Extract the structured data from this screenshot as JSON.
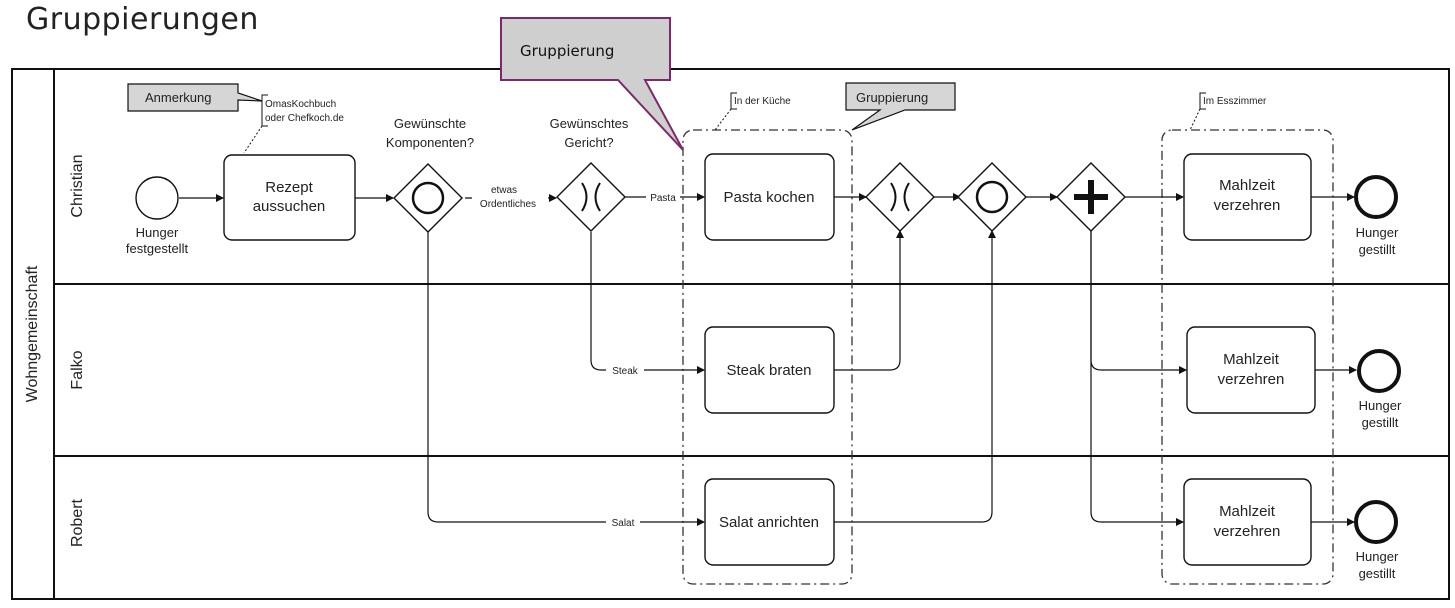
{
  "page": {
    "title": "Gruppierungen"
  },
  "pool": {
    "name": "Wohngemeinschaft"
  },
  "lanes": {
    "christian": "Christian",
    "falko": "Falko",
    "robert": "Robert"
  },
  "callouts": {
    "big": "Gruppierung",
    "small": "Gruppierung",
    "annotation": "Anmerkung"
  },
  "annotations": {
    "kochbuch_line1": "OmasKochbuch",
    "kochbuch_line2": "oder Chefkoch.de",
    "kueche": "In der Küche",
    "esszimmer": "Im Esszimmer"
  },
  "events": {
    "start_line1": "Hunger",
    "start_line2": "festgestellt",
    "end_line1": "Hunger",
    "end_line2": "gestillt"
  },
  "gateways": {
    "komponenten_line1": "Gewünschte",
    "komponenten_line2": "Komponenten?",
    "gericht_line1": "Gewünschtes",
    "gericht_line2": "Gericht?"
  },
  "tasks": {
    "rezept_line1": "Rezept",
    "rezept_line2": "aussuchen",
    "pasta": "Pasta kochen",
    "steak": "Steak braten",
    "salat": "Salat anrichten",
    "mahlzeit_line1": "Mahlzeit",
    "mahlzeit_line2": "verzehren"
  },
  "flow_labels": {
    "etwas_line1": "etwas",
    "etwas_line2": "Ordentliches",
    "pasta": "Pasta",
    "steak": "Steak",
    "salat": "Salat"
  }
}
